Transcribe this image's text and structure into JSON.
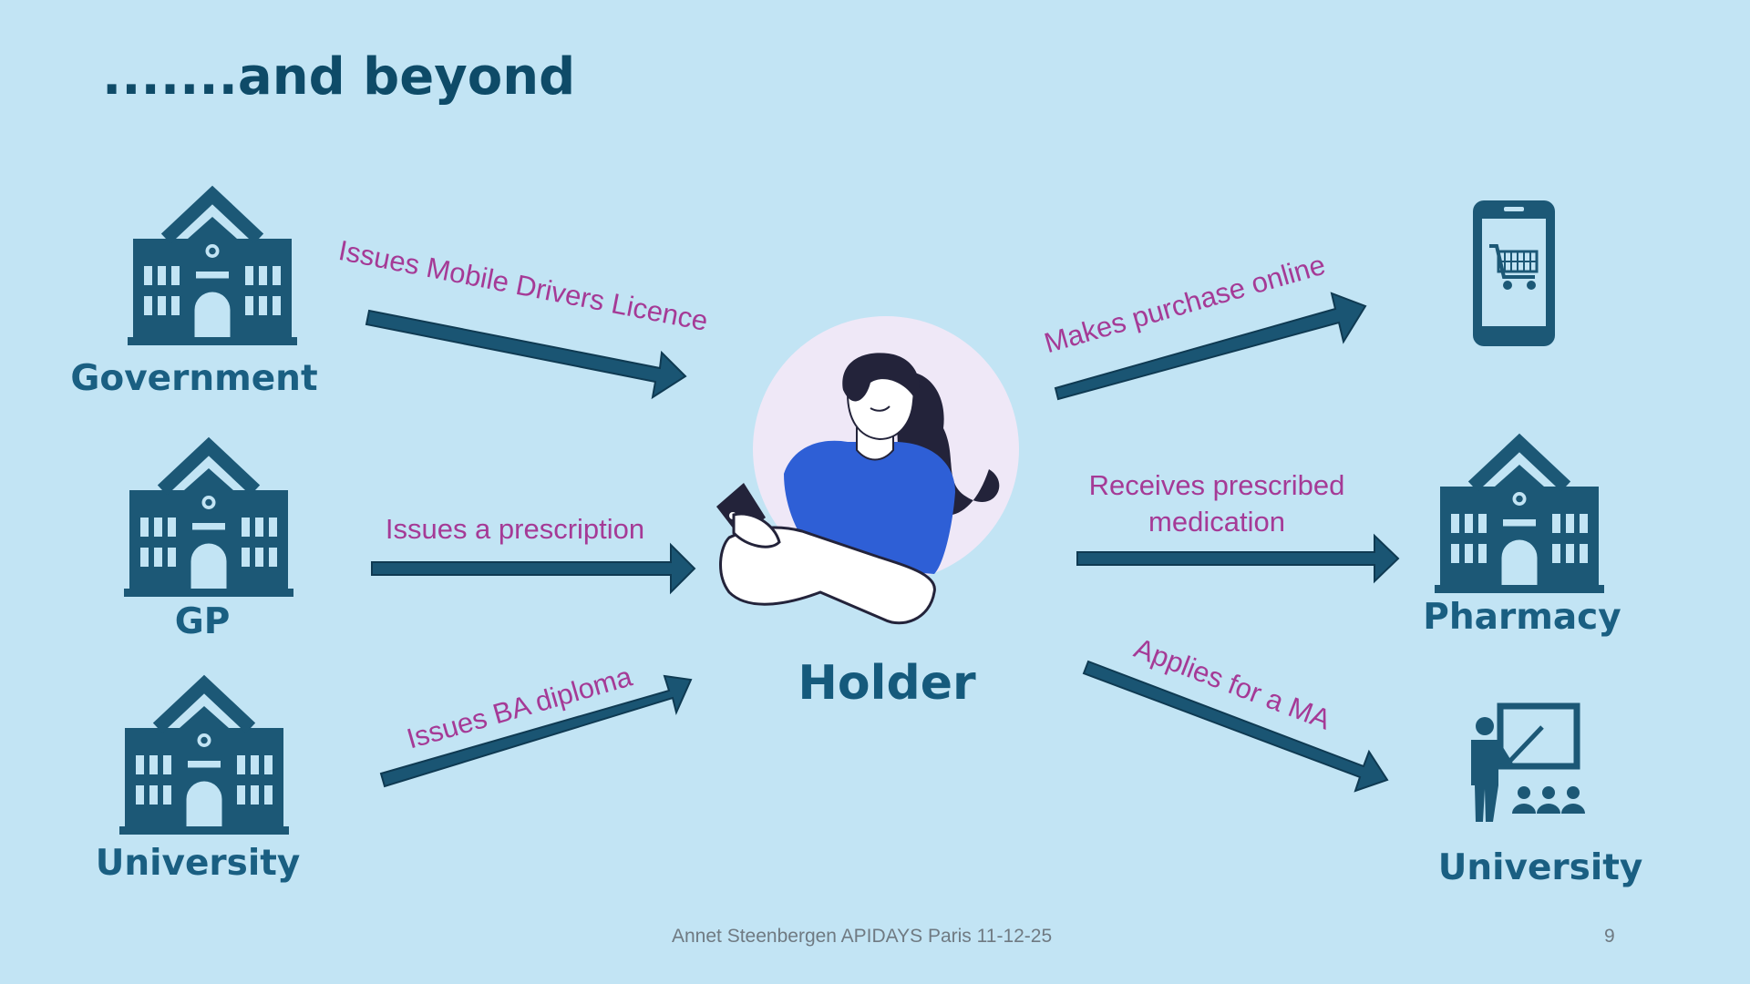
{
  "title": ".......and beyond",
  "holder_label": "Holder",
  "issuers": [
    {
      "name": "Government",
      "edge": "Issues Mobile Drivers Licence",
      "icon": "school-building-icon"
    },
    {
      "name": "GP",
      "edge": "Issues a prescription",
      "icon": "school-building-icon"
    },
    {
      "name": "University",
      "edge": "Issues BA diploma",
      "icon": "school-building-icon"
    }
  ],
  "verifiers": [
    {
      "name": "",
      "edge": "Makes purchase online",
      "icon": "mobile-shopping-cart-icon"
    },
    {
      "name": "Pharmacy",
      "edge_line1": "Receives prescribed",
      "edge_line2": "medication",
      "icon": "school-building-icon"
    },
    {
      "name": "University",
      "edge": "Applies for a MA",
      "icon": "teacher-presentation-icon"
    }
  ],
  "footer": {
    "author": "Annet Steenbergen APIDAYS Paris 11-12-25",
    "page": "9"
  },
  "colors": {
    "background": "#c2e4f4",
    "navy": "#0e4b68",
    "accent_text": "#a53a96",
    "holder_shirt": "#2e5fd6",
    "holder_circle": "#efe8f7"
  }
}
